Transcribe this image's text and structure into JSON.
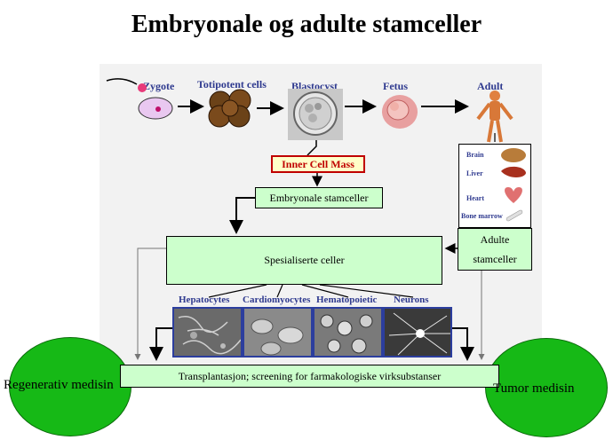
{
  "title": "Embryonale og adulte stamceller",
  "stages": {
    "zygote": "Zygote",
    "totipotent": "Totipotent cells",
    "blastocyst": "Blastocyst",
    "fetus": "Fetus",
    "adult": "Adult"
  },
  "inner_cell_mass": "Inner Cell Mass",
  "embryonic_stem_cells": "Embryonale stamceller",
  "specialized_cells": "Spesialiserte celler",
  "adult_stem_cells": {
    "line1": "Adulte",
    "line2": "stamceller"
  },
  "organs": [
    "Brain",
    "Liver",
    "Heart",
    "Bone marrow"
  ],
  "cell_types": [
    "Hepatocytes",
    "Cardiomyocytes",
    "Hematopoietic",
    "Neurons"
  ],
  "transplantation": "Transplantasjon; screening for farmakologiske virksubstanser",
  "outcomes": {
    "left": "Regenerativ medisin",
    "right": "Tumor medisin"
  },
  "colors": {
    "box_green": "#ccffcc",
    "circle_green": "#16b916",
    "label_blue": "#2f3a8f",
    "icm_red": "#c00000"
  }
}
